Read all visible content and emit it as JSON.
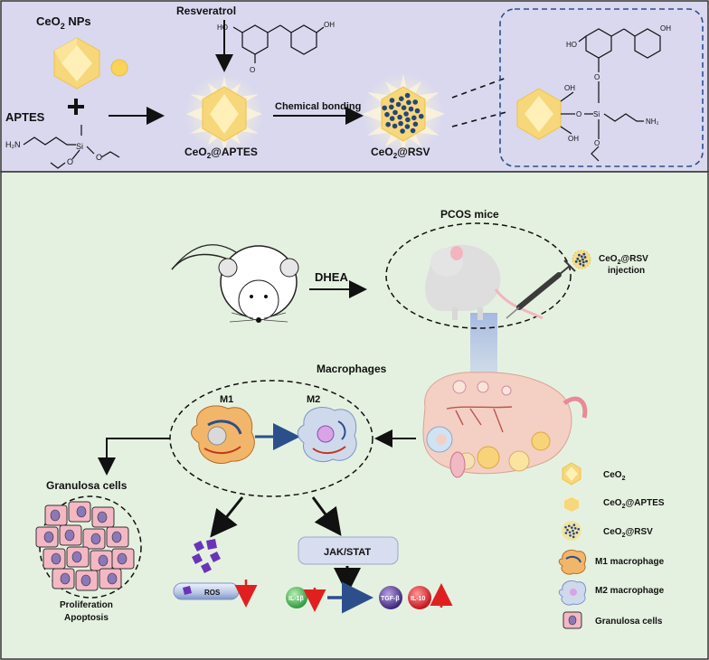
{
  "top": {
    "ceo2_nps": "CeO",
    "ceo2_nps_sub": "2",
    "ceo2_nps_tail": " NPs",
    "resveratrol": "Resveratrol",
    "aptes": "APTES",
    "chemical_bonding": "Chemical bonding",
    "ceo2_aptes_pre": "CeO",
    "ceo2_aptes_sub": "2",
    "ceo2_aptes_tail": "@APTES",
    "ceo2_rsv_pre": "CeO",
    "ceo2_rsv_sub": "2",
    "ceo2_rsv_tail": "@RSV",
    "chem": {
      "ho": "HO",
      "oh": "OH",
      "o": "O",
      "si": "Si",
      "h2n": "H₂N",
      "nh2": "NH₂"
    }
  },
  "bottom": {
    "pcos_mice": "PCOS mice",
    "dhea": "DHEA",
    "injection_line1_pre": "CeO",
    "injection_line1_sub": "2",
    "injection_line1_tail": "@RSV",
    "injection_line2": "injection",
    "macrophages": "Macrophages",
    "m1": "M1",
    "m2": "M2",
    "granulosa_cells": "Granulosa cells",
    "proliferation": "Proliferation",
    "apoptosis": "Apoptosis",
    "ros": "ROS",
    "jak_stat": "JAK/STAT",
    "il1b": "IL-1β",
    "tgfb": "TGF-β",
    "il10": "IL-10"
  },
  "legend": {
    "items": [
      {
        "pre": "CeO",
        "sub": "2",
        "tail": ""
      },
      {
        "pre": "CeO",
        "sub": "2",
        "tail": "@APTES"
      },
      {
        "pre": "CeO",
        "sub": "2",
        "tail": "@RSV"
      },
      {
        "pre": "M1 macrophage",
        "sub": "",
        "tail": ""
      },
      {
        "pre": "M2 macrophage",
        "sub": "",
        "tail": ""
      },
      {
        "pre": "Granulosa cells",
        "sub": "",
        "tail": ""
      }
    ]
  },
  "colors": {
    "top_bg": "#d9d8ef",
    "bottom_bg": "#e5f1e0",
    "crystal": "#f6d77a",
    "arrow": "#111111",
    "m_arrow": "#2c4f8c",
    "red_arrow": "#e02020"
  }
}
